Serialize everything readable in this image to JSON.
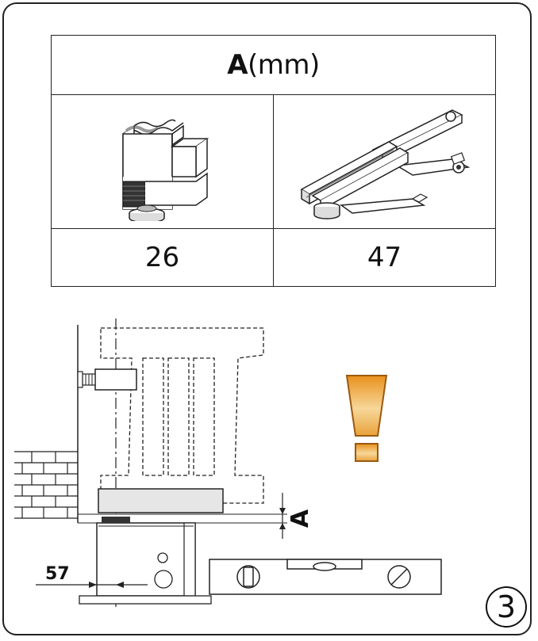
{
  "table": {
    "header_letter": "A",
    "header_unit": "(mm)",
    "items": [
      {
        "icon": "standard-bracket-icon",
        "value": "26"
      },
      {
        "icon": "telescopic-bracket-icon",
        "value": "47"
      }
    ]
  },
  "diagram": {
    "dimension_label": "A",
    "offset_label": "57",
    "warning_icon": "exclamation-warning-icon",
    "level_icon": "spirit-level-icon"
  },
  "figure_number": "3",
  "colors": {
    "line": "#222222",
    "warning_top": "#e8901c",
    "warning_light": "#f7d79a",
    "frame_grey": "#e6e6e6"
  }
}
